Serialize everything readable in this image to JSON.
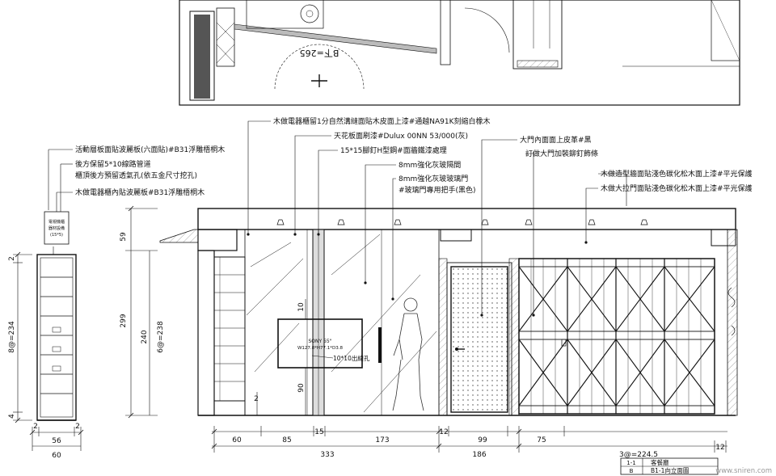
{
  "plan": {
    "level_label": "B下=265"
  },
  "annotations": [
    {
      "id": "a1",
      "text": "木做電器櫃留1分自然溝縫面貼木皮面上漆#通越NA91K刻縮白橡木"
    },
    {
      "id": "a2",
      "text": "天花板面刷漆#Dulux 00NN 53/000(灰)"
    },
    {
      "id": "a3",
      "text": "15*15腳釘H型鋼#面牆鐵漆處理"
    },
    {
      "id": "a4",
      "text": "8mm強化灰玻隔間"
    },
    {
      "id": "a5",
      "text": "8mm強化灰玻玻璃門"
    },
    {
      "id": "a6",
      "text": "#玻璃門專用把手(黑色)"
    },
    {
      "id": "a7",
      "text": "大門內面面上皮革#黑"
    },
    {
      "id": "a8",
      "text": "訂做大門加裝鉚釘飾條"
    },
    {
      "id": "a9",
      "text": "木做造型牆面貼淺色碳化松木面上漆#平光保護"
    },
    {
      "id": "a10",
      "text": "木做大拉門面貼淺色碳化松木面上漆#平光保護"
    },
    {
      "id": "a11",
      "text": "活動層板面貼波麗板(六面貼)#B31浮雕梧桐木"
    },
    {
      "id": "a12",
      "text": "後方保留5*10線路管道"
    },
    {
      "id": "a13",
      "text": "櫃頂後方預留透氣孔(依五金尺寸挖孔)"
    },
    {
      "id": "a14",
      "text": "木做電器櫃內貼波麗板#B31浮雕梧桐木"
    }
  ],
  "tv": {
    "brand": "SONY 55\"",
    "size": "W127.8*H77.1*D3.8",
    "cable_hole": "10*10出線孔"
  },
  "cabinet_top_label": {
    "line1": "電視機櫃",
    "line2": "器材設備",
    "line3": "(15*5)"
  },
  "dimensions": {
    "left_vertical": {
      "top": "2",
      "middle": "8@=234",
      "bottom": "4"
    },
    "left_bottom": {
      "a": "2",
      "b": "56",
      "c": "2",
      "total": "60"
    },
    "middle_vertical": {
      "a": "59",
      "b": "299",
      "c": "240",
      "d": "6@=238"
    },
    "bottom_row": {
      "d1": "60",
      "d2": "85",
      "d3": "15",
      "d4": "173",
      "d5": "12",
      "d6": "99",
      "d7": "75",
      "t1": "333",
      "t2": "186",
      "t3": "3@=224.5",
      "t4": "12"
    },
    "tv_dims": {
      "top": "10",
      "bottom": "90",
      "small": "2"
    }
  },
  "title_block": {
    "row1_code": "1-1",
    "row1_name": "客餐廳",
    "row2_code": "B",
    "row2_name": "B1-1向立面圖"
  },
  "watermark": "www.sniren.com"
}
